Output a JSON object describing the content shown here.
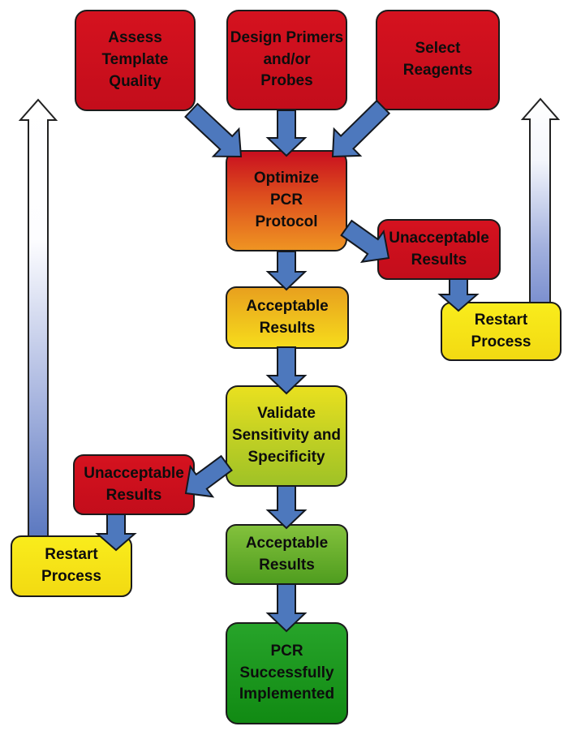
{
  "diagram": {
    "nodes": [
      {
        "id": "assess",
        "label": "Assess\nTemplate\nQuality",
        "fill": [
          "#d5121f 0%",
          "#c30d1b 100%"
        ]
      },
      {
        "id": "design",
        "label": "Design Primers\nand/or\nProbes",
        "fill": [
          "#d5121f 0%",
          "#c30d1b 100%"
        ]
      },
      {
        "id": "select",
        "label": "Select\nReagents",
        "fill": [
          "#d5121f 0%",
          "#c30d1b 100%"
        ]
      },
      {
        "id": "optimize",
        "label": "Optimize\nPCR\nProtocol",
        "fill": [
          "#c90f1f 0%",
          "#dd4e1e 45%",
          "#ef9422 100%"
        ]
      },
      {
        "id": "unacceptable-right",
        "label": "Unacceptable\nResults",
        "fill": [
          "#d5121f 0%",
          "#c30d1b 100%"
        ]
      },
      {
        "id": "restart-right",
        "label": "Restart\nProcess",
        "fill": [
          "#f9ec1c 0%",
          "#f2da12 100%"
        ]
      },
      {
        "id": "acceptable-1",
        "label": "Acceptable\nResults",
        "fill": [
          "#e8a01e 0%",
          "#f6dc1c 100%"
        ]
      },
      {
        "id": "validate",
        "label": "Validate\nSensitivity and\nSpecificity",
        "fill": [
          "#e9e01f 0%",
          "#c6d223 45%",
          "#9fc226 100%"
        ]
      },
      {
        "id": "unacceptable-left",
        "label": "Unacceptable\nResults",
        "fill": [
          "#d5121f 0%",
          "#c30d1b 100%"
        ]
      },
      {
        "id": "restart-left",
        "label": "Restart\nProcess",
        "fill": [
          "#f9ec1c 0%",
          "#f2da12 100%"
        ]
      },
      {
        "id": "acceptable-2",
        "label": "Acceptable\nResults",
        "fill": [
          "#83c13c 0%",
          "#4f9d1f 100%"
        ]
      },
      {
        "id": "pcr-implemented",
        "label": "PCR\nSuccessfully\nImplemented",
        "fill": [
          "#27a42a 0%",
          "#118a13 100%"
        ]
      }
    ],
    "edges": [
      {
        "from": "design",
        "to": "optimize"
      },
      {
        "from": "optimize",
        "to": "acceptable-1"
      },
      {
        "from": "acceptable-1",
        "to": "validate"
      },
      {
        "from": "validate",
        "to": "acceptable-2"
      },
      {
        "from": "acceptable-2",
        "to": "pcr-implemented"
      },
      {
        "from": "assess",
        "to": "optimize"
      },
      {
        "from": "select",
        "to": "optimize"
      },
      {
        "from": "optimize",
        "to": "unacceptable-right"
      },
      {
        "from": "unacceptable-right",
        "to": "restart-right"
      },
      {
        "from": "validate",
        "to": "unacceptable-left"
      },
      {
        "from": "unacceptable-left",
        "to": "restart-left"
      },
      {
        "from": "restart-left",
        "to": "process-start",
        "type": "restart-loop"
      },
      {
        "from": "restart-right",
        "to": "process-start",
        "type": "restart-loop"
      }
    ],
    "colors": {
      "background": "#ffffff",
      "node_border": "#1b1b1b",
      "node_text": "#0d0d0d",
      "flow_arrow": "#4d78bd",
      "flow_arrow_outline": "#14181f",
      "loop_arrow_top": "#ffffff",
      "loop_arrow_bottom_left": "#5b78c0",
      "loop_arrow_bottom_right": "#7b8fcf",
      "loop_arrow_outline": "#222222"
    }
  }
}
